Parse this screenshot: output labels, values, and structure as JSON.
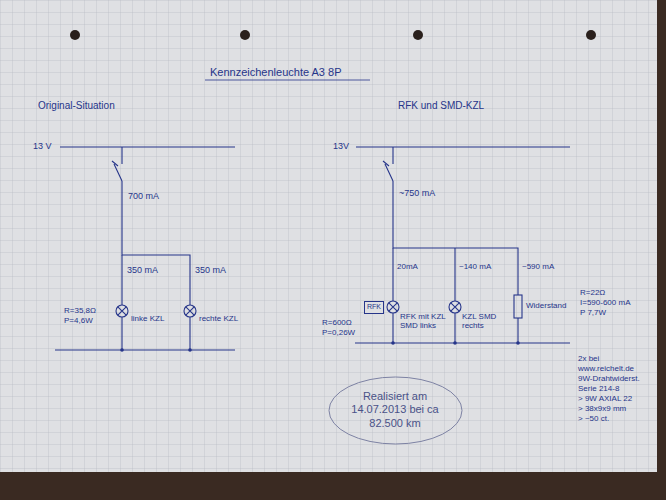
{
  "diagram": {
    "title": "Kennzeichenleuchte A3 8P",
    "nodes": [
      {
        "text": [
          "RFK"
        ]
      },
      {
        "text": [
          "Realisiert am 14.07.2013 bei ca 82.500 km"
        ]
      }
    ],
    "labels": [
      "Original-Situation",
      "RFK und SMD-KZL",
      "13 V",
      "700 mA",
      "350 mA",
      "350 mA",
      "R=35,8Ω",
      "P=4,6W",
      "linke KZL",
      "rechte KZL",
      "13V",
      "~750 mA",
      "20mA",
      "~140 mA",
      "~590 mA",
      "R=600Ω",
      "P=0,26W",
      "RFK mit KZL SMD links",
      "KZL SMD rechts",
      "Widerstand",
      "R=22Ω",
      "I=590-600 mA",
      "P 7,7W",
      "2x bei",
      "www.reichelt.de",
      "9W-Drahtwiderst.",
      "Serie 214-8",
      "> 9W AXIAL 22",
      "> 38x9x9 mm",
      "> ~50 ct."
    ]
  }
}
